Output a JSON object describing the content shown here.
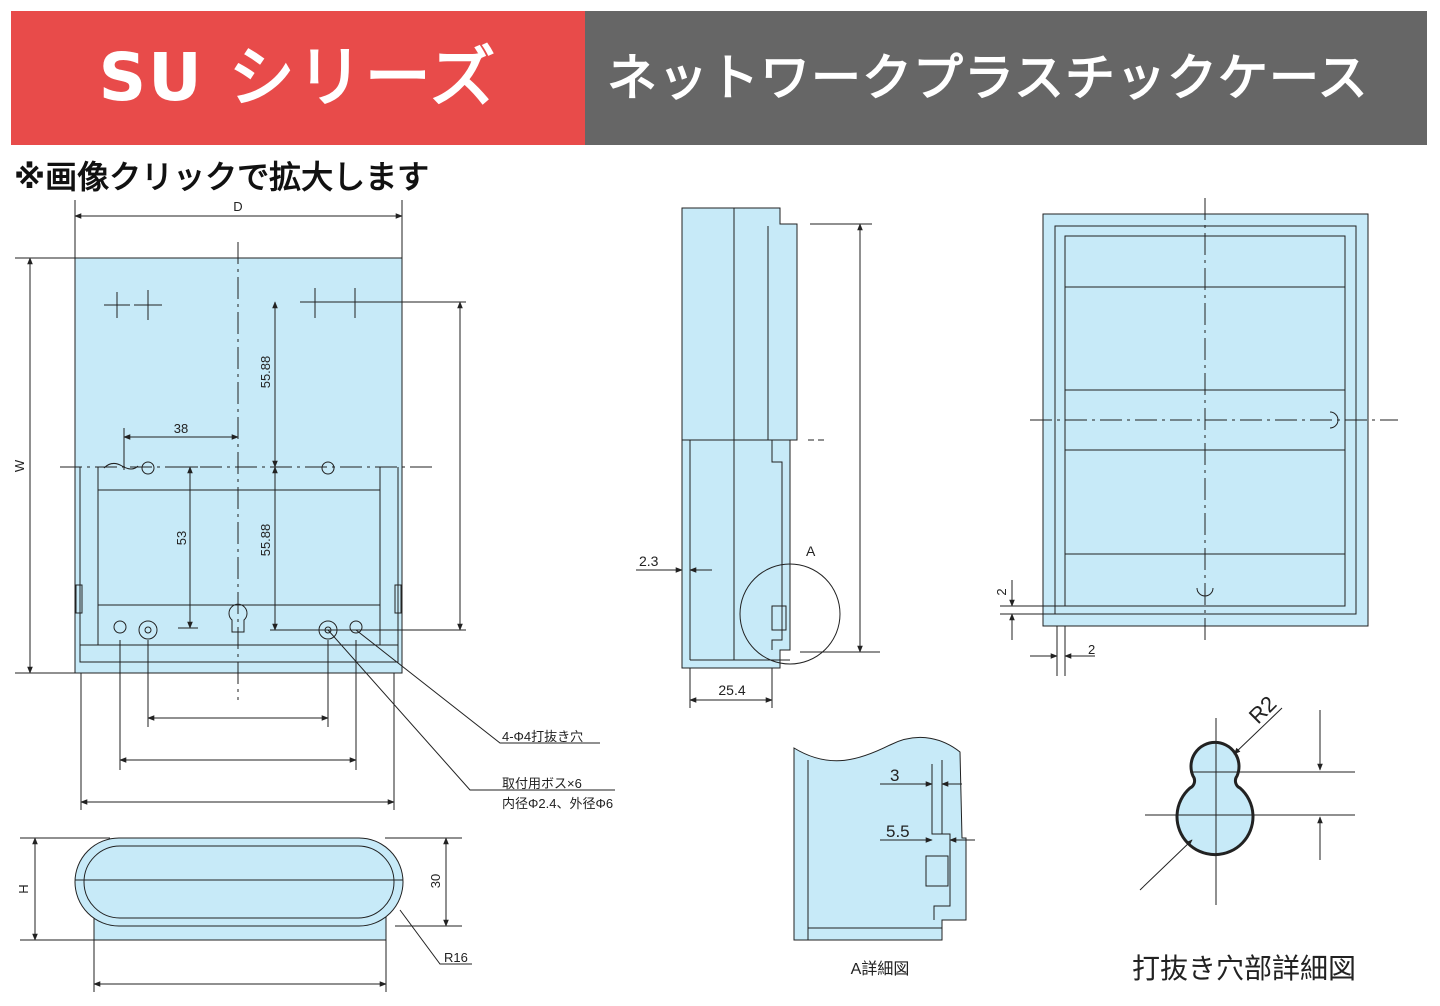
{
  "header": {
    "series_title": "SU シリーズ",
    "product_name": "ネットワークプラスチックケース"
  },
  "note": "※画像クリックで拡大します",
  "front_view": {
    "dim_width": "D",
    "dim_height": "W",
    "dim_38": "38",
    "dim_55_88_upper": "55.88",
    "dim_55_88_lower": "55.88",
    "dim_53": "53",
    "callout_holes": "4-Φ4打抜き穴",
    "callout_boss_1": "取付用ボス×6",
    "callout_boss_2": "内径Φ2.4、外径Φ6"
  },
  "bottom_view": {
    "dim_height": "H",
    "dim_30": "30",
    "dim_radius": "R16"
  },
  "side_view": {
    "dim_2_3": "2.3",
    "dim_25_4": "25.4",
    "detail_marker": "A"
  },
  "top_view": {
    "dim_2_vertical": "2",
    "dim_2_horizontal": "2"
  },
  "detail_a": {
    "dim_3": "3",
    "dim_5_5": "5.5",
    "caption": "A詳細図"
  },
  "hole_detail": {
    "dim_radius": "R2",
    "caption": "打抜き穴部詳細図"
  },
  "colors": {
    "header_red": "#e84b4a",
    "header_gray": "#666666",
    "part_fill": "#c7eaf8",
    "line": "#222222"
  }
}
